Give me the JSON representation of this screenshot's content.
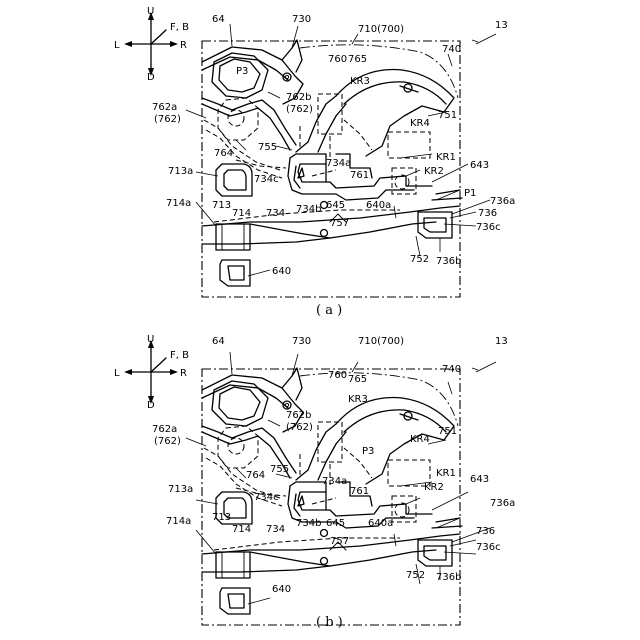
{
  "figure_ref": "13",
  "direction": {
    "up": "U",
    "down": "D",
    "left": "L",
    "right": "R",
    "fb": "F, B"
  },
  "panels": [
    {
      "id": "a",
      "caption": "( a )",
      "labels": {
        "l64": "64",
        "l730": "730",
        "l710": "710(700)",
        "l740": "740",
        "l760": "760",
        "l765": "765",
        "lP3": "P3",
        "lKR3": "KR3",
        "l762b": "762b",
        "l762b2": "(762)",
        "l762a": "762a",
        "l762a2": "(762)",
        "l751": "751",
        "lKR4": "KR4",
        "l764": "764",
        "l755": "755",
        "l734a": "734a",
        "lKR1": "KR1",
        "l643": "643",
        "l713a": "713a",
        "l734c": "734c",
        "l761": "761",
        "lKR2": "KR2",
        "lP1": "P1",
        "l713": "713",
        "l714a": "714a",
        "l714": "714",
        "l734": "734",
        "l734b": "734b",
        "l645": "645",
        "l640a": "640a",
        "l736a": "736a",
        "l736": "736",
        "l757": "757",
        "l736c": "736c",
        "l752": "752",
        "l736b": "736b",
        "l640": "640"
      }
    },
    {
      "id": "b",
      "caption": "( b )",
      "labels": {
        "l64": "64",
        "l730": "730",
        "l710": "710(700)",
        "l740": "740",
        "l760": "760",
        "l765": "765",
        "lP3": "P3",
        "lKR3": "KR3",
        "l762b": "762b",
        "l762b2": "(762)",
        "l762a": "762a",
        "l762a2": "(762)",
        "l751": "751",
        "lKR4": "KR4",
        "l764": "764",
        "l755": "755",
        "l734a": "734a",
        "lKR1": "KR1",
        "l643": "643",
        "l713a": "713a",
        "l734c": "734c",
        "l761": "761",
        "lKR2": "KR2",
        "lP1": "",
        "l713": "713",
        "l714a": "714a",
        "l714": "714",
        "l734": "734",
        "l734b": "734b",
        "l645": "645",
        "l640a": "640a",
        "l736a": "736a",
        "l736": "736",
        "l757": "757",
        "l736c": "736c",
        "l752": "752",
        "l736b": "736b",
        "l640": "640"
      }
    }
  ]
}
